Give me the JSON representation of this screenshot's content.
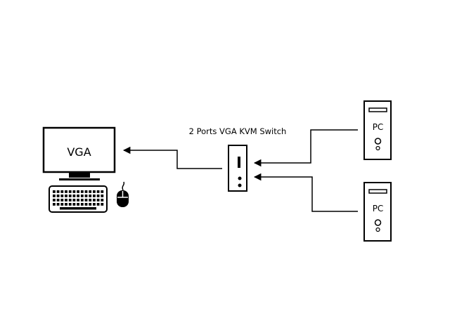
{
  "monitor": {
    "screen_label": "VGA"
  },
  "kvm_switch": {
    "label": "2 Ports VGA KVM Switch"
  },
  "computers": [
    {
      "label": "PC"
    },
    {
      "label": "PC"
    }
  ],
  "icons": {
    "monitor": "monitor-icon",
    "keyboard": "keyboard-icon",
    "mouse": "mouse-icon",
    "switch": "kvm-switch-icon",
    "tower": "pc-tower-icon"
  },
  "colors": {
    "stroke": "#000000",
    "background": "#ffffff"
  }
}
